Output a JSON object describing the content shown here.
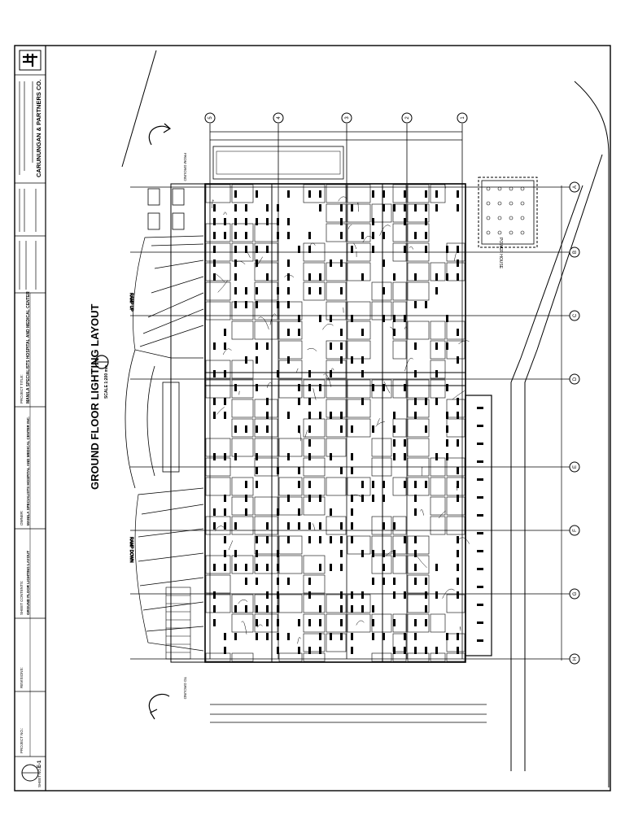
{
  "sheet": {
    "drawing_title": "GROUND FLOOR LIGHTING LAYOUT",
    "scale": "SCALE 1:200 mts",
    "firm_name": "CARUNUNGAN & PARTNERS CO.",
    "project_title_label": "PROJECT TITLE:",
    "project_title": "MANILA SPECIALISTS HOSPITAL AND MEDICAL CENTER",
    "owner_label": "OWNER:",
    "owner": "MANILA SPECIALISTS HOSPITAL AND MEDICAL CENTER INC.",
    "sheet_contents_label": "SHEET CONTENTS:",
    "sheet_contents": "GROUND FLOOR LIGHTING LAYOUT",
    "revisions_label": "REVISIONS:",
    "project_no_label": "PROJECT NO.:",
    "sheet_no_label": "SHEET NO.:",
    "sheet_number": "E-1"
  },
  "plan": {
    "column_grid": [
      "5",
      "4",
      "3",
      "2",
      "1"
    ],
    "row_grid": [
      "A",
      "B",
      "C",
      "D",
      "E",
      "F",
      "G",
      "H"
    ],
    "labels": {
      "ramp_up": "RAMP UP",
      "ramp_down": "RAMP DOWN",
      "power_house": "POWER HOUSE",
      "from_ground": "FROM GROUND",
      "to_ground": "TO GROUND"
    }
  }
}
